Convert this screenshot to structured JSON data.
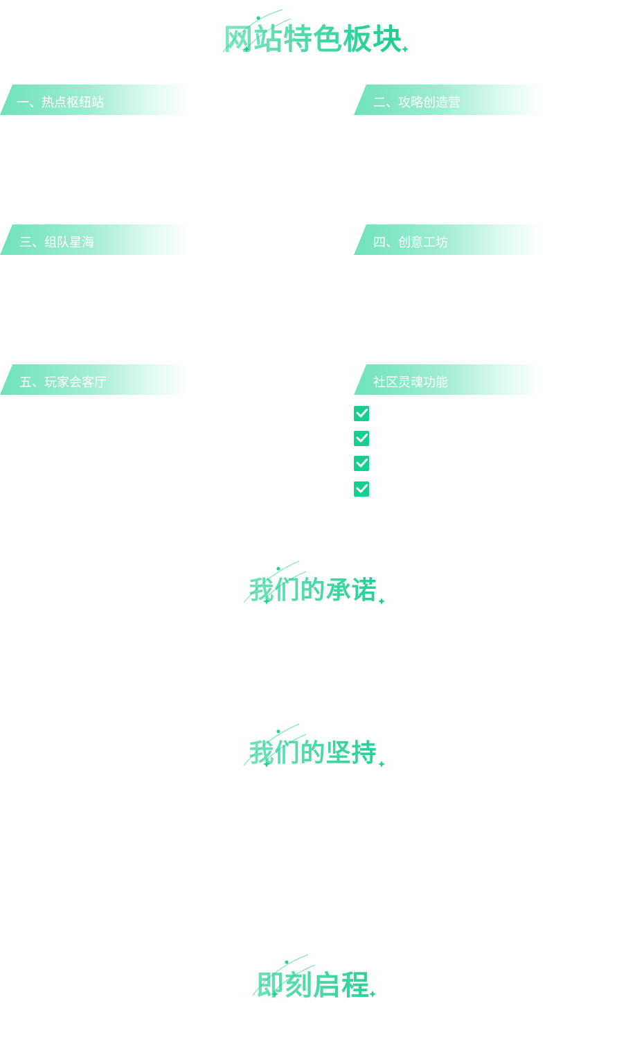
{
  "sections": {
    "features": {
      "title": "网站特色板块",
      "ghost": "网站特色板块"
    },
    "promise": {
      "title": "我们的承诺",
      "ghost": "我们的承诺"
    },
    "persist": {
      "title": "我们的坚持",
      "ghost": "我们的坚持"
    },
    "start": {
      "title": "即刻启程",
      "ghost": "即刻启程"
    }
  },
  "features": {
    "hot_hub": "一、热点枢纽站",
    "guide_camp": "二、攻略创造营",
    "team_sea": "三、组队星海",
    "creative_workshop": "四、创意工坊",
    "player_lounge": "五、玩家会客厅",
    "community_soul": "社区灵魂功能"
  },
  "checklist": {
    "items": [
      {
        "checked": true
      },
      {
        "checked": true
      },
      {
        "checked": true
      },
      {
        "checked": true
      }
    ]
  },
  "colors": {
    "accent": "#14cf8f",
    "header_gradient_start": "#6fe2b9",
    "title_gradient_end": "#10c98a"
  }
}
